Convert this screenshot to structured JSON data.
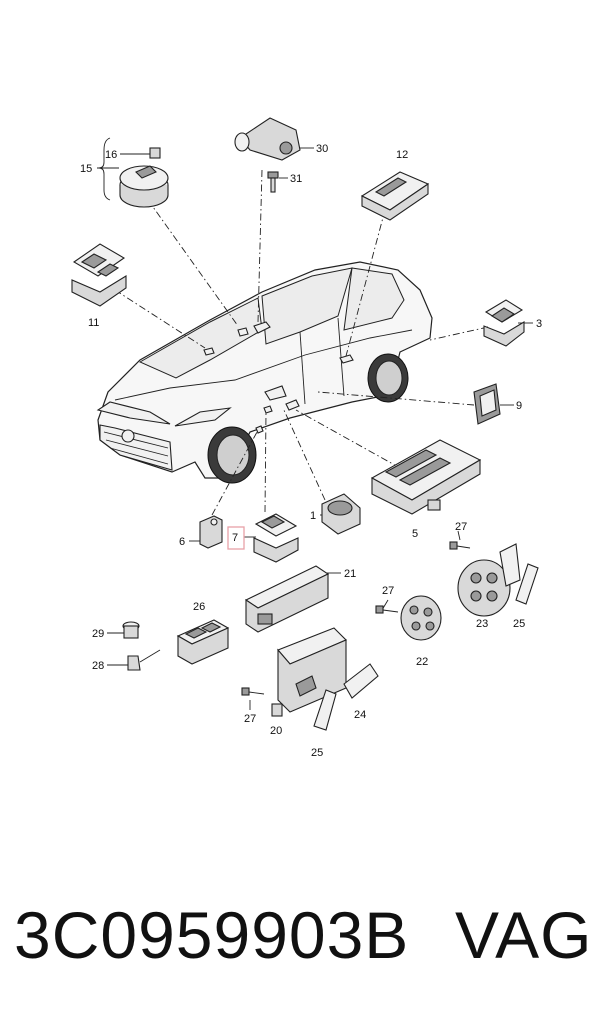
{
  "callouts": {
    "c1": "1",
    "c3": "3",
    "c5": "5",
    "c6": "6",
    "c7": "7",
    "c9": "9",
    "c11": "11",
    "c12": "12",
    "c15": "15",
    "c16": "16",
    "c20": "20",
    "c21": "21",
    "c22": "22",
    "c23": "23",
    "c24": "24",
    "c25a": "25",
    "c25b": "25",
    "c26": "26",
    "c27a": "27",
    "c27b": "27",
    "c27c": "27",
    "c28": "28",
    "c29": "29",
    "c30": "30",
    "c31": "31"
  },
  "highlight_color": "#e8a0a8",
  "footer": {
    "part_number": "3C0959903B",
    "brand": "VAG"
  }
}
